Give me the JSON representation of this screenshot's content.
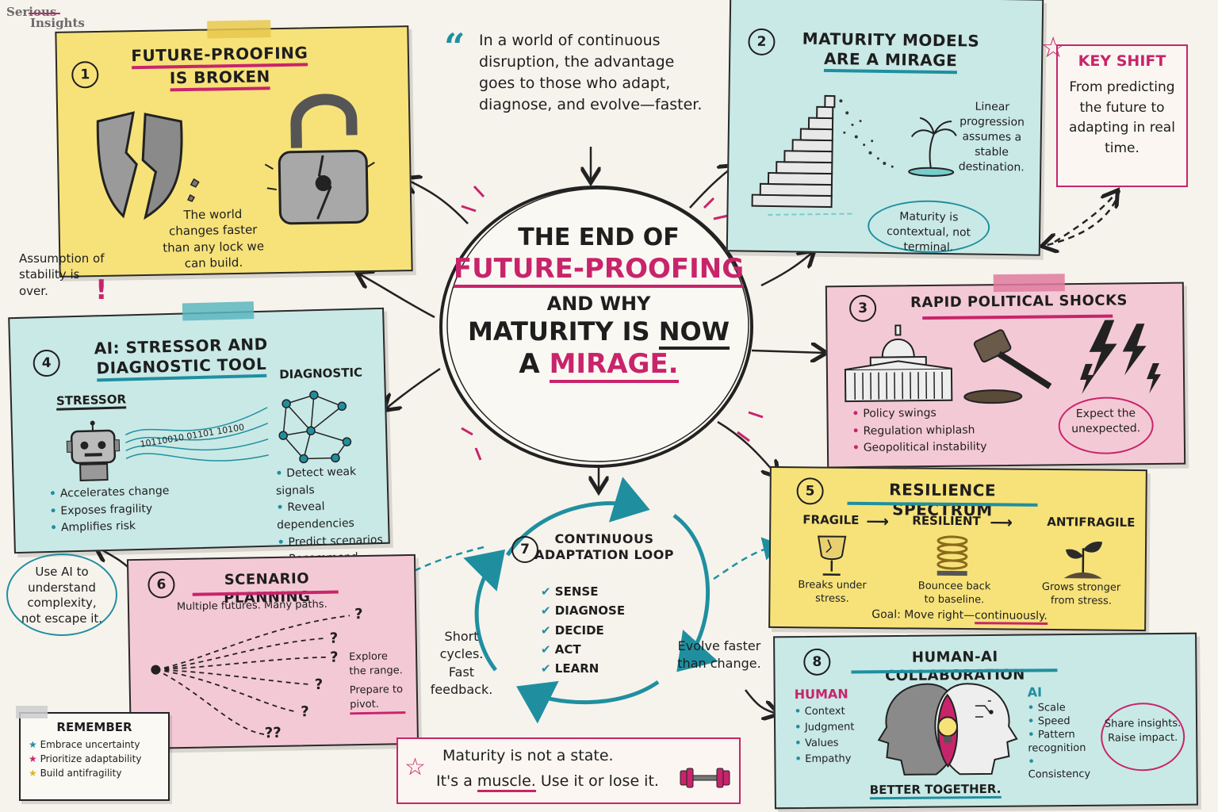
{
  "logo": {
    "line1": "Serious",
    "line2": "Insights"
  },
  "quote": {
    "text": "In a world of continuous disruption, the advantage goes to those who adapt, diagnose, and evolve—faster."
  },
  "center": {
    "line1": "THE END OF",
    "line2": "FUTURE-PROOFING",
    "line3": "AND WHY",
    "line4a": "MATURITY IS",
    "line4b": "NOW",
    "line5a": "A",
    "line5b": "MIRAGE."
  },
  "card1": {
    "num": "1",
    "title1": "FUTURE-PROOFING",
    "title2": "IS BROKEN",
    "caption": "The world changes faster than any lock we can build."
  },
  "side_note_1": {
    "text": "Assumption of stability is over.",
    "mark": "!"
  },
  "card2": {
    "num": "2",
    "title1": "MATURITY MODELS",
    "title2": "ARE A MIRAGE",
    "caption": "Linear progression assumes a stable destination.",
    "bubble": "Maturity is contextual, not terminal."
  },
  "key_shift": {
    "title": "KEY SHIFT",
    "text": "From predicting the future to adapting in real time."
  },
  "card3": {
    "num": "3",
    "title": "RAPID POLITICAL SHOCKS",
    "bullets": [
      "Policy swings",
      "Regulation whiplash",
      "Geopolitical instability"
    ],
    "bubble": "Expect the unexpected."
  },
  "card4": {
    "num": "4",
    "title1": "AI: STRESSOR AND",
    "title2": "DIAGNOSTIC TOOL",
    "stressor_label": "STRESSOR",
    "diagnostic_label": "DIAGNOSTIC",
    "stressor_bullets": [
      "Accelerates change",
      "Exposes fragility",
      "Amplifies risk"
    ],
    "diagnostic_bullets": [
      "Detect weak signals",
      "Reveal dependencies",
      "Predict scenarios",
      "Recommend actions"
    ],
    "binary": "10110010 01101 10100"
  },
  "side_note_4": {
    "text": "Use AI to understand complexity, not escape it."
  },
  "card5": {
    "num": "5",
    "title": "RESILIENCE SPECTRUM",
    "stages": [
      {
        "label": "FRAGILE",
        "caption": "Breaks under stress."
      },
      {
        "label": "RESILIENT",
        "caption": "Bouncee back to baseline."
      },
      {
        "label": "ANTIFRAGILE",
        "caption": "Grows stronger from stress."
      }
    ],
    "goal_prefix": "Goal: Move right—",
    "goal_emph": "continuously."
  },
  "card6": {
    "num": "6",
    "title": "SCENARIO PLANNING",
    "subtitle": "Multiple futures. Many paths.",
    "side_text1": "Explore the range.",
    "side_text2": "Prepare to pivot.",
    "qmarks": [
      "?",
      "?",
      "?",
      "?",
      "?",
      "??"
    ]
  },
  "loop": {
    "num": "7",
    "title1": "CONTINUOUS",
    "title2": "ADAPTATION LOOP",
    "steps": [
      "SENSE",
      "DIAGNOSE",
      "DECIDE",
      "ACT",
      "LEARN"
    ],
    "left_note": "Short cycles. Fast feedback.",
    "right_note": "Evolve faster than change."
  },
  "card8": {
    "num": "8",
    "title": "HUMAN-AI COLLABORATION",
    "human_label": "HUMAN",
    "human_items": [
      "Context",
      "Judgment",
      "Values",
      "Empathy"
    ],
    "ai_label": "AI",
    "ai_items": [
      "Scale",
      "Speed",
      "Pattern recognition",
      "Consistency"
    ],
    "bubble": "Share insights. Raise impact.",
    "footer": "BETTER TOGETHER."
  },
  "remember": {
    "title": "REMEMBER",
    "items": [
      "Embrace uncertainty",
      "Prioritize adaptability",
      "Build antifragility"
    ]
  },
  "bottom_banner": {
    "line1": "Maturity is not a state.",
    "line2a": "It's a",
    "line2b": "muscle.",
    "line2c": "Use it or lose it."
  },
  "colors": {
    "yellow": "#f7e27a",
    "teal": "#c9e9e6",
    "pink": "#f4c9d6",
    "accent_pink": "#c8246b",
    "accent_teal": "#1f8fa0"
  }
}
